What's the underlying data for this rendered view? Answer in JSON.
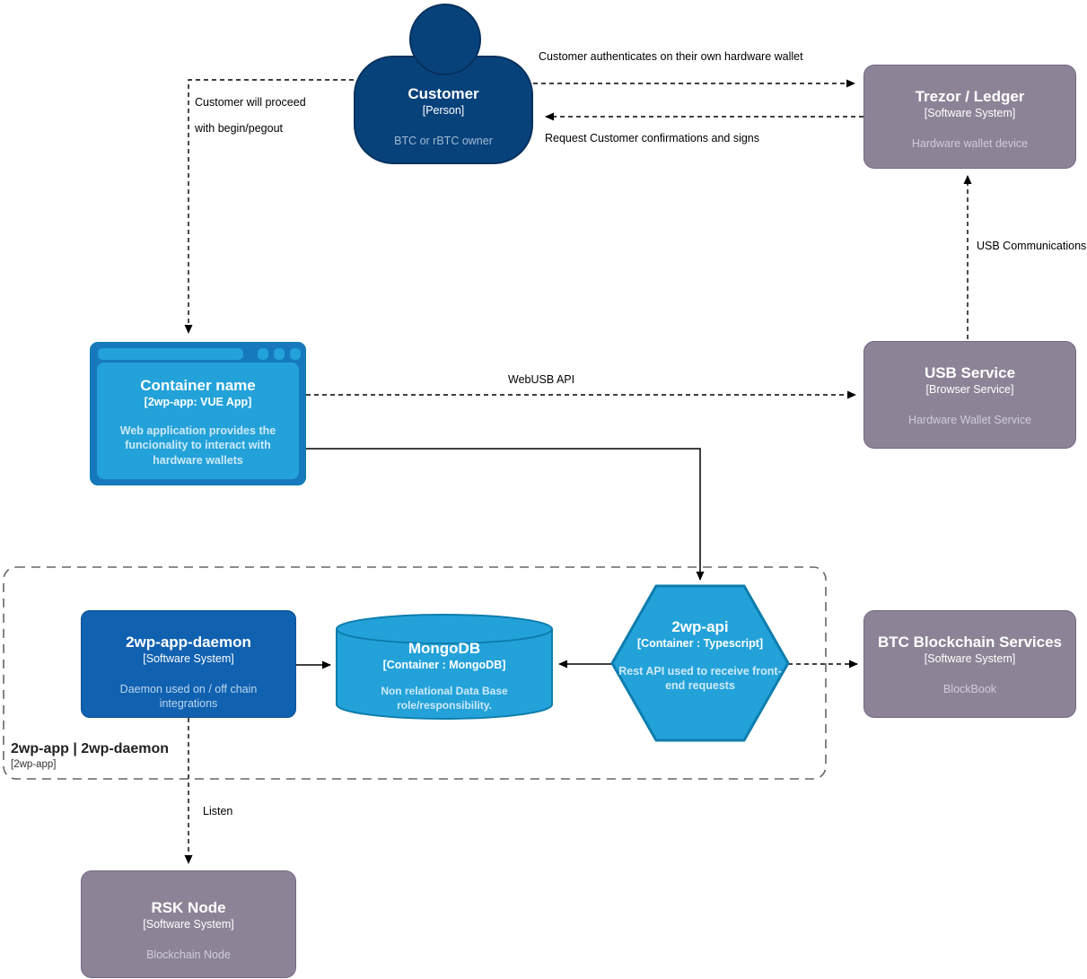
{
  "colors": {
    "person-fill": "#08427B",
    "person-stroke": "#06315C",
    "system-fill": "#1061B0",
    "system-stroke": "#0D5091",
    "container-fill": "#23A2D9",
    "container-stroke": "#0E7DAD",
    "browser-frame": "#1779BD",
    "external-fill": "#8C8496",
    "external-stroke": "#736782",
    "desc-on-dark": "#9FB9D3",
    "desc-on-gray": "#CFCBD9",
    "desc-on-blue": "#BBD7EE",
    "desc-on-container": "#CDE9F7",
    "edge": "#000000",
    "boundary": "#666666"
  },
  "nodes": {
    "customer": {
      "name": "Customer",
      "meta": "[Person]",
      "desc": "BTC or rBTC owner"
    },
    "trezor": {
      "name": "Trezor / Ledger",
      "meta": "[Software System]",
      "desc": "Hardware wallet device"
    },
    "webapp": {
      "name": "Container name",
      "meta": "[2wp-app: VUE App]",
      "desc": "Web application provides the funcionality to interact with hardware wallets"
    },
    "usb": {
      "name": "USB Service",
      "meta": "[Browser Service]",
      "desc": "Hardware Wallet Service"
    },
    "daemon": {
      "name": "2wp-app-daemon",
      "meta": "[Software System]",
      "desc": "Daemon used on / off chain integrations"
    },
    "mongo": {
      "name": "MongoDB",
      "meta": "[Container : MongoDB]",
      "desc": "Non relational Data Base role/responsibility."
    },
    "api": {
      "name": "2wp-api",
      "meta": "[Container : Typescript]",
      "desc": "Rest API used to receive front-end requests"
    },
    "btc": {
      "name": "BTC Blockchain Services",
      "meta": "[Software System]",
      "desc": "BlockBook"
    },
    "rsk": {
      "name": "RSK Node",
      "meta": "[Software System]",
      "desc": "Blockchain Node"
    }
  },
  "boundary": {
    "name": "2wp-app | 2wp-daemon",
    "meta": "[2wp-app]"
  },
  "edges": {
    "auth": "Customer authenticates on their own hardware wallet",
    "confirm": "Request Customer confirmations and signs",
    "proceed_line1": "Customer will proceed",
    "proceed_line2": "with begin/pegout",
    "usb_comm": "USB Communications",
    "webusb": "WebUSB API",
    "listen": "Listen"
  }
}
